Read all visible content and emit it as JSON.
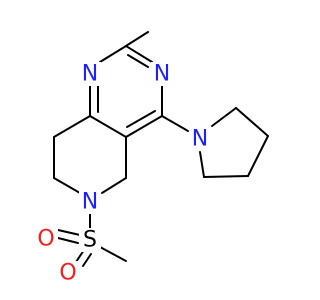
{
  "atoms": {
    "n1": {
      "symbol": "N",
      "color": "#1f1fff"
    },
    "n3": {
      "symbol": "N",
      "color": "#1f1fff"
    },
    "n_pyrrolidine": {
      "symbol": "N",
      "color": "#1f1fff"
    },
    "n6": {
      "symbol": "N",
      "color": "#1f1fff"
    },
    "s": {
      "symbol": "S",
      "color": "#000000"
    },
    "o_upper": {
      "symbol": "O",
      "color": "#ff1a1a"
    },
    "o_lower": {
      "symbol": "O",
      "color": "#ff1a1a"
    }
  },
  "colors": {
    "background": "#ffffff",
    "bond": "#000000",
    "nitrogen": "#1f1fff",
    "oxygen": "#ff1a1a",
    "sulfur": "#000000"
  }
}
